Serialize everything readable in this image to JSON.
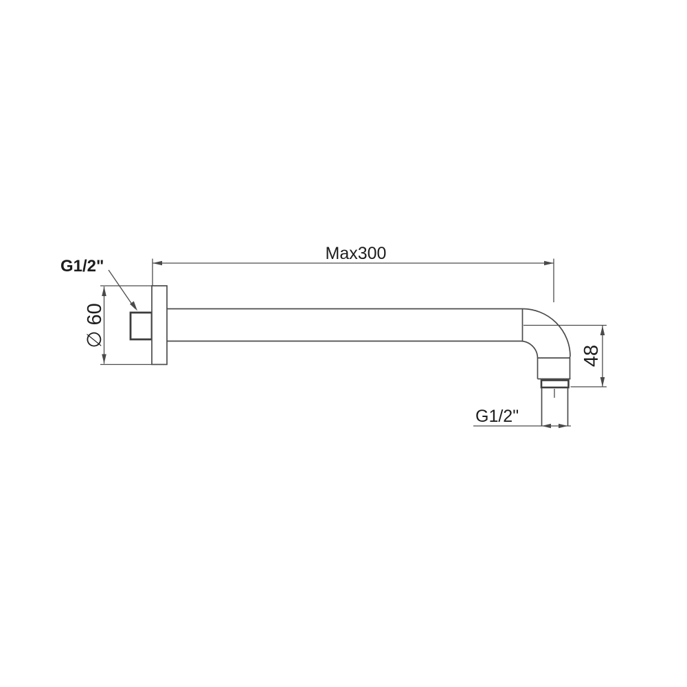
{
  "drawing": {
    "type": "technical-dimension-drawing",
    "subject": "wall-mounted shower arm, side view",
    "labels": {
      "inlet_thread": "G1/2\"",
      "max_length": "Max300",
      "flange_diameter": "∅ 60",
      "elbow_drop": "48",
      "outlet_thread": "G1/2\""
    },
    "colors": {
      "line": "#4a4a4a",
      "text": "#1d1d1d",
      "background": "#ffffff"
    }
  }
}
